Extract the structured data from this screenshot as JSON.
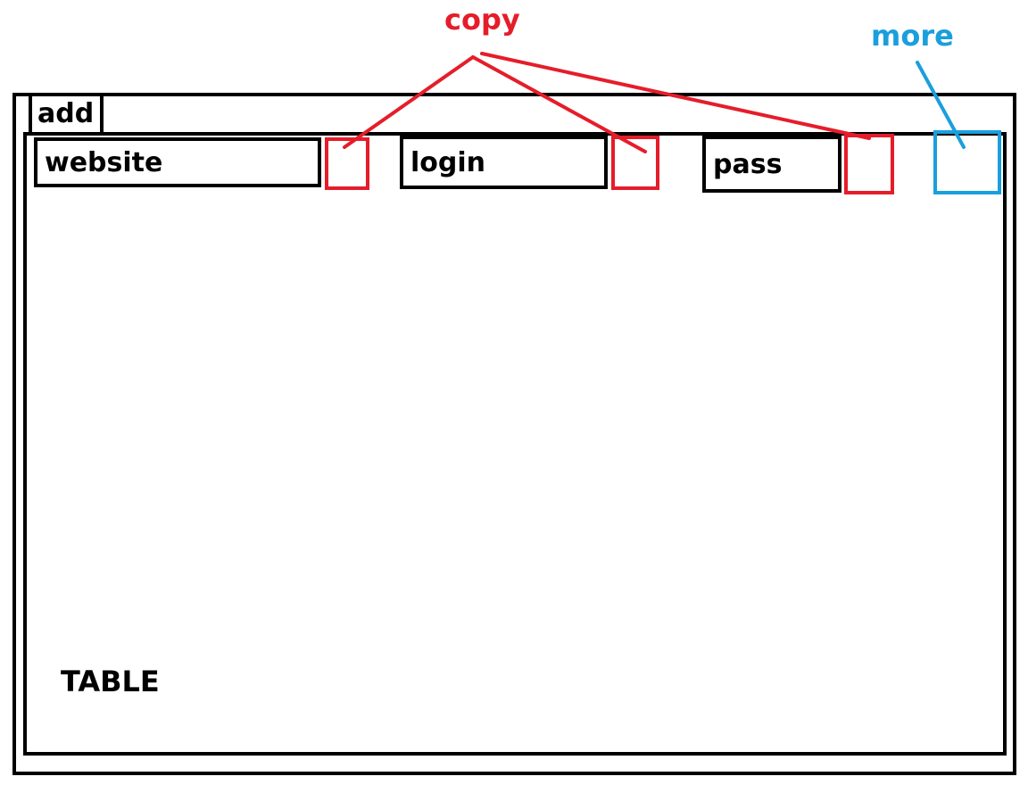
{
  "annotations": {
    "copy_label": "copy",
    "more_label": "more",
    "copy_color": "#e51d2a",
    "more_color": "#1a9fdd"
  },
  "toolbar": {
    "add_label": "add"
  },
  "table": {
    "label": "TABLE",
    "fields": [
      {
        "label": "website",
        "action": "copy"
      },
      {
        "label": "login",
        "action": "copy"
      },
      {
        "label": "pass",
        "action": "copy"
      }
    ],
    "more_action": "more"
  },
  "icons": {
    "copy": "copy-icon",
    "more": "more-icon"
  }
}
